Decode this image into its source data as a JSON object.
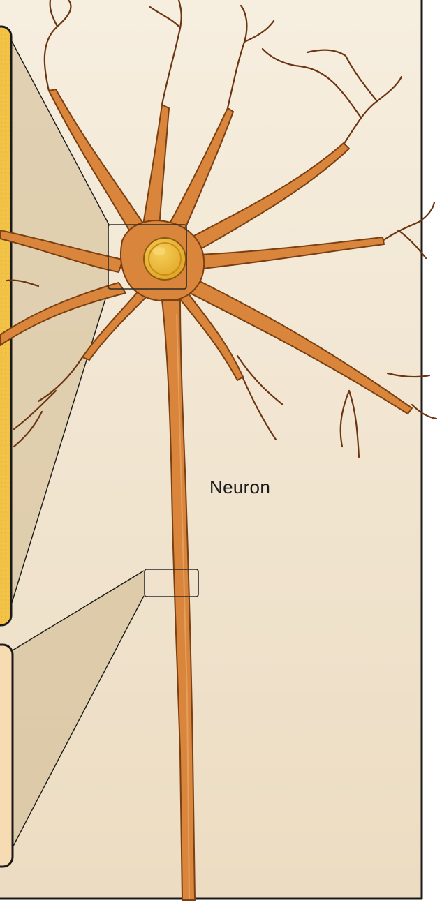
{
  "labels": {
    "neuron": "Neuron"
  },
  "colors": {
    "background_light": "#f6eedf",
    "background_dark": "#ecdcc2",
    "panel_border": "#1a1a1a",
    "zoom_panel_top_fill": "#f2c246",
    "zoom_panel_bottom_fill": "#f7dbb2",
    "zoom_wedge_fill": "#d9c7a3",
    "neuron_fill": "#d9853b",
    "neuron_outline": "#7a3f12",
    "neuron_highlight": "#e8a466",
    "nucleus_fill": "#f0b632",
    "nucleus_outline": "#8a5a10",
    "dendrite_line": "#6b3512"
  },
  "icons": {
    "zoom_box_soma": "soma-zoom-box",
    "zoom_box_axon": "axon-zoom-box"
  }
}
